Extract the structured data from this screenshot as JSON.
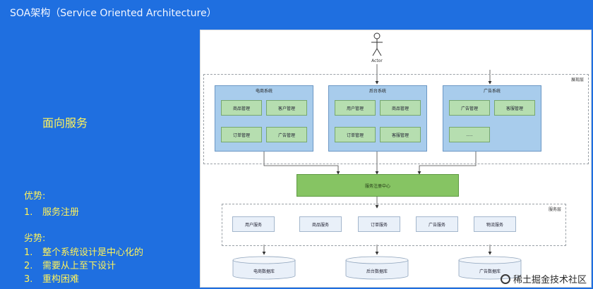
{
  "slide": {
    "title": "SOA架构（Service Oriented Architecture）",
    "heading": "面向服务",
    "advantages_title": "优势:",
    "advantages": [
      {
        "num": "1.",
        "text": "服务注册"
      }
    ],
    "disadvantages_title": "劣势:",
    "disadvantages": [
      {
        "num": "1.",
        "text": "整个系统设计是中心化的"
      },
      {
        "num": "2.",
        "text": "需要从上至下设计"
      },
      {
        "num": "3.",
        "text": "重构困难"
      }
    ]
  },
  "diagram": {
    "actor_label": "Actor",
    "presentation_zone_label": "展现层",
    "service_zone_label": "服务层",
    "systems": [
      {
        "name": "电商系统",
        "modules": [
          "商品管理",
          "客户管理",
          "订单管理",
          "广告管理"
        ]
      },
      {
        "name": "后台系统",
        "modules": [
          "用户管理",
          "商品管理",
          "订单管理",
          "客服管理"
        ]
      },
      {
        "name": "广告系统",
        "modules": [
          "广告管理",
          "客服管理",
          "....."
        ]
      }
    ],
    "registry_label": "服务注册中心",
    "services": [
      "用户服务",
      "商品服务",
      "订单服务",
      "广告服务",
      "物流服务"
    ],
    "databases": [
      "电商数据库",
      "后台数据库",
      "广告数据库"
    ]
  },
  "watermark": "稀土掘金技术社区",
  "colors": {
    "background": "#1f6fe0",
    "highlight_text": "#fff35a",
    "system_fill": "#a8ccec",
    "module_fill": "#b6deb0",
    "registry_fill": "#86c463",
    "service_fill": "#e9f0f9"
  }
}
